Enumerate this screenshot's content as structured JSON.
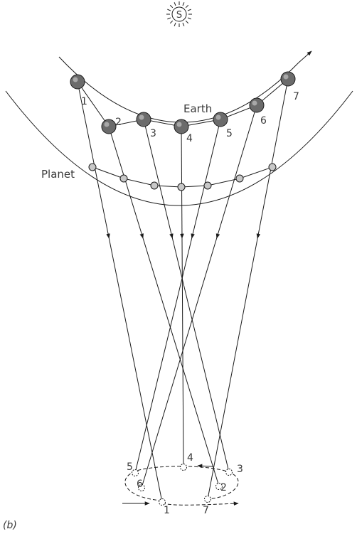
{
  "sun": {
    "label": "S"
  },
  "labels": {
    "earth": "Earth",
    "planet": "Planet",
    "panel": "(b)"
  },
  "earth_positions": [
    "1",
    "2",
    "3",
    "4",
    "5",
    "6",
    "7"
  ],
  "apparent_positions": [
    "1",
    "2",
    "3",
    "4",
    "5",
    "6",
    "7"
  ],
  "colors": {
    "line": "#1a1a1a",
    "earth_fill": "#6b6b6b",
    "planet_fill": "#c8c8c8",
    "text": "#3a3a3a"
  }
}
